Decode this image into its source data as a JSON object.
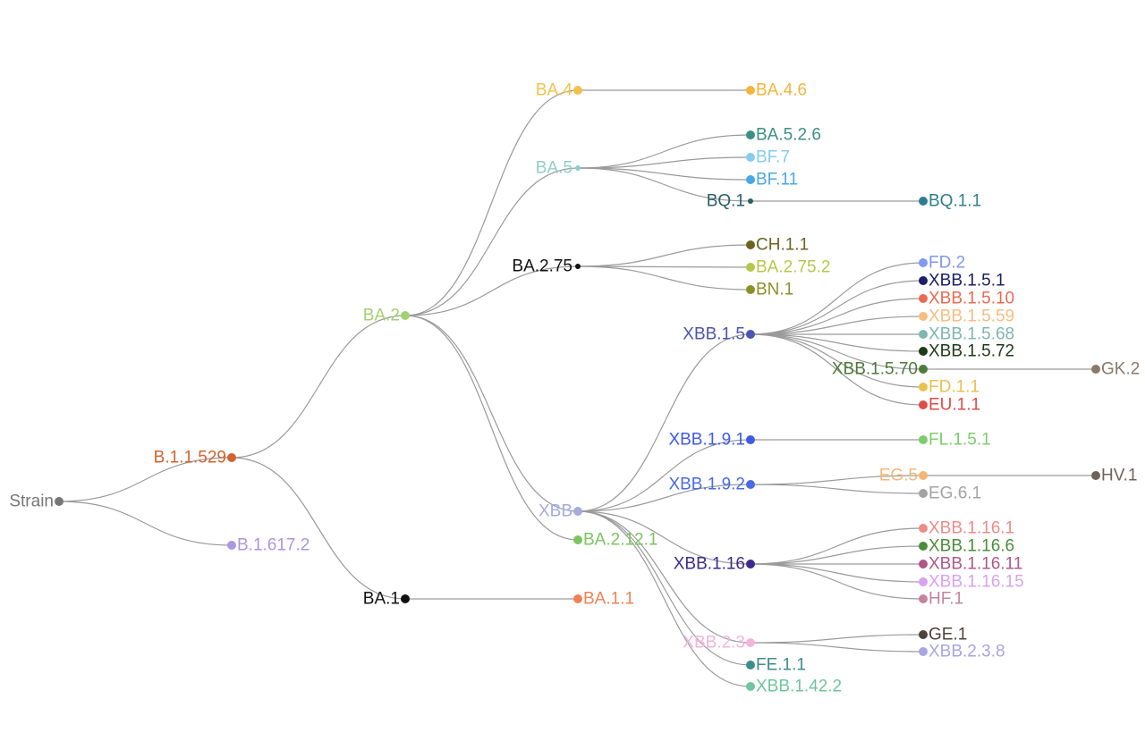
{
  "tree": {
    "nodes": [
      {
        "id": "strain",
        "label": "Strain",
        "parent": null,
        "color": "#777777",
        "anchor": "end"
      },
      {
        "id": "b11529",
        "label": "B.1.1.529",
        "parent": "strain",
        "color": "#d2622f",
        "anchor": "end"
      },
      {
        "id": "b16172",
        "label": "B.1.617.2",
        "parent": "strain",
        "color": "#a997df",
        "anchor": "start"
      },
      {
        "id": "ba2",
        "label": "BA.2",
        "parent": "b11529",
        "color": "#a3d16f",
        "anchor": "end"
      },
      {
        "id": "ba1",
        "label": "BA.1",
        "parent": "b11529",
        "color": "#111111",
        "anchor": "end"
      },
      {
        "id": "ba4",
        "label": "BA.4",
        "parent": "ba2",
        "color": "#f5c04a",
        "anchor": "end"
      },
      {
        "id": "ba5",
        "label": "BA.5",
        "parent": "ba2",
        "color": "#8ecfc5",
        "anchor": "end"
      },
      {
        "id": "ba275",
        "label": "BA.2.75",
        "parent": "ba2",
        "color": "#111111",
        "anchor": "end"
      },
      {
        "id": "xbb",
        "label": "XBB",
        "parent": "ba2",
        "color": "#a3acdc",
        "anchor": "end"
      },
      {
        "id": "ba2121",
        "label": "BA.2.12.1",
        "parent": "ba2",
        "color": "#7cc45f",
        "anchor": "start"
      },
      {
        "id": "ba11",
        "label": "BA.1.1",
        "parent": "ba1",
        "color": "#ef8255",
        "anchor": "start"
      },
      {
        "id": "ba46",
        "label": "BA.4.6",
        "parent": "ba4",
        "color": "#f3b53c",
        "anchor": "start"
      },
      {
        "id": "ba526",
        "label": "BA.5.2.6",
        "parent": "ba5",
        "color": "#3c8f84",
        "anchor": "start"
      },
      {
        "id": "bf7",
        "label": "BF.7",
        "parent": "ba5",
        "color": "#86cdf0",
        "anchor": "start"
      },
      {
        "id": "bf11",
        "label": "BF.11",
        "parent": "ba5",
        "color": "#4aa9e4",
        "anchor": "start"
      },
      {
        "id": "bq1",
        "label": "BQ.1",
        "parent": "ba5",
        "color": "#2a5f66",
        "anchor": "end"
      },
      {
        "id": "bq11",
        "label": "BQ.1.1",
        "parent": "bq1",
        "color": "#2e7f8e",
        "anchor": "start"
      },
      {
        "id": "ch11",
        "label": "CH.1.1",
        "parent": "ba275",
        "color": "#6e6422",
        "anchor": "start"
      },
      {
        "id": "ba2752",
        "label": "BA.2.75.2",
        "parent": "ba275",
        "color": "#b4c94b",
        "anchor": "start"
      },
      {
        "id": "bn1",
        "label": "BN.1",
        "parent": "ba275",
        "color": "#8c8f2c",
        "anchor": "start"
      },
      {
        "id": "xbb15",
        "label": "XBB.1.5",
        "parent": "xbb",
        "color": "#4a55b6",
        "anchor": "end"
      },
      {
        "id": "xbb191",
        "label": "XBB.1.9.1",
        "parent": "xbb",
        "color": "#3f5ae6",
        "anchor": "end"
      },
      {
        "id": "xbb192",
        "label": "XBB.1.9.2",
        "parent": "xbb",
        "color": "#4a6ae6",
        "anchor": "end"
      },
      {
        "id": "xbb116",
        "label": "XBB.1.16",
        "parent": "xbb",
        "color": "#3d2b8c",
        "anchor": "end"
      },
      {
        "id": "xbb23",
        "label": "XBB.2.3",
        "parent": "xbb",
        "color": "#f4b4dc",
        "anchor": "end"
      },
      {
        "id": "fe11",
        "label": "FE.1.1",
        "parent": "xbb",
        "color": "#3f8c8c",
        "anchor": "start"
      },
      {
        "id": "xbb1422",
        "label": "XBB.1.42.2",
        "parent": "xbb",
        "color": "#6fc79a",
        "anchor": "start"
      },
      {
        "id": "fd2",
        "label": "FD.2",
        "parent": "xbb15",
        "color": "#8199ef",
        "anchor": "start"
      },
      {
        "id": "xbb151",
        "label": "XBB.1.5.1",
        "parent": "xbb15",
        "color": "#1d2066",
        "anchor": "start"
      },
      {
        "id": "xbb1510",
        "label": "XBB.1.5.10",
        "parent": "xbb15",
        "color": "#e96a52",
        "anchor": "start"
      },
      {
        "id": "xbb1559",
        "label": "XBB.1.5.59",
        "parent": "xbb15",
        "color": "#f6be80",
        "anchor": "start"
      },
      {
        "id": "xbb1568",
        "label": "XBB.1.5.68",
        "parent": "xbb15",
        "color": "#7fb6b0",
        "anchor": "start"
      },
      {
        "id": "xbb1572",
        "label": "XBB.1.5.72",
        "parent": "xbb15",
        "color": "#1f3a16",
        "anchor": "start"
      },
      {
        "id": "xbb1570",
        "label": "XBB.1.5.70",
        "parent": "xbb15",
        "color": "#4e7a3a",
        "anchor": "end"
      },
      {
        "id": "fd11",
        "label": "FD.1.1",
        "parent": "xbb15",
        "color": "#e8c14f",
        "anchor": "start"
      },
      {
        "id": "eu11",
        "label": "EU.1.1",
        "parent": "xbb15",
        "color": "#de4b48",
        "anchor": "start"
      },
      {
        "id": "gk2",
        "label": "GK.2",
        "parent": "xbb1570",
        "color": "#8a7a68",
        "anchor": "start"
      },
      {
        "id": "fl151",
        "label": "FL.1.5.1",
        "parent": "xbb191",
        "color": "#7ccc6e",
        "anchor": "start"
      },
      {
        "id": "eg5",
        "label": "EG.5",
        "parent": "xbb192",
        "color": "#f4b873",
        "anchor": "end"
      },
      {
        "id": "eg61",
        "label": "EG.6.1",
        "parent": "xbb192",
        "color": "#a3a3a3",
        "anchor": "start"
      },
      {
        "id": "hv1",
        "label": "HV.1",
        "parent": "eg5",
        "color": "#6c6459",
        "anchor": "start"
      },
      {
        "id": "xbb1161",
        "label": "XBB.1.16.1",
        "parent": "xbb116",
        "color": "#ec8c88",
        "anchor": "start"
      },
      {
        "id": "xbb1166",
        "label": "XBB.1.16.6",
        "parent": "xbb116",
        "color": "#4b8c3a",
        "anchor": "start"
      },
      {
        "id": "xbb11611",
        "label": "XBB.1.16.11",
        "parent": "xbb116",
        "color": "#b05788",
        "anchor": "start"
      },
      {
        "id": "xbb11615",
        "label": "XBB.1.16.15",
        "parent": "xbb116",
        "color": "#d9a2ef",
        "anchor": "start"
      },
      {
        "id": "hf1",
        "label": "HF.1",
        "parent": "xbb116",
        "color": "#c4849c",
        "anchor": "start"
      },
      {
        "id": "ge1",
        "label": "GE.1",
        "parent": "xbb23",
        "color": "#4f4238",
        "anchor": "start"
      },
      {
        "id": "xbb238",
        "label": "XBB.2.3.8",
        "parent": "xbb23",
        "color": "#a9a4e4",
        "anchor": "start"
      }
    ]
  }
}
